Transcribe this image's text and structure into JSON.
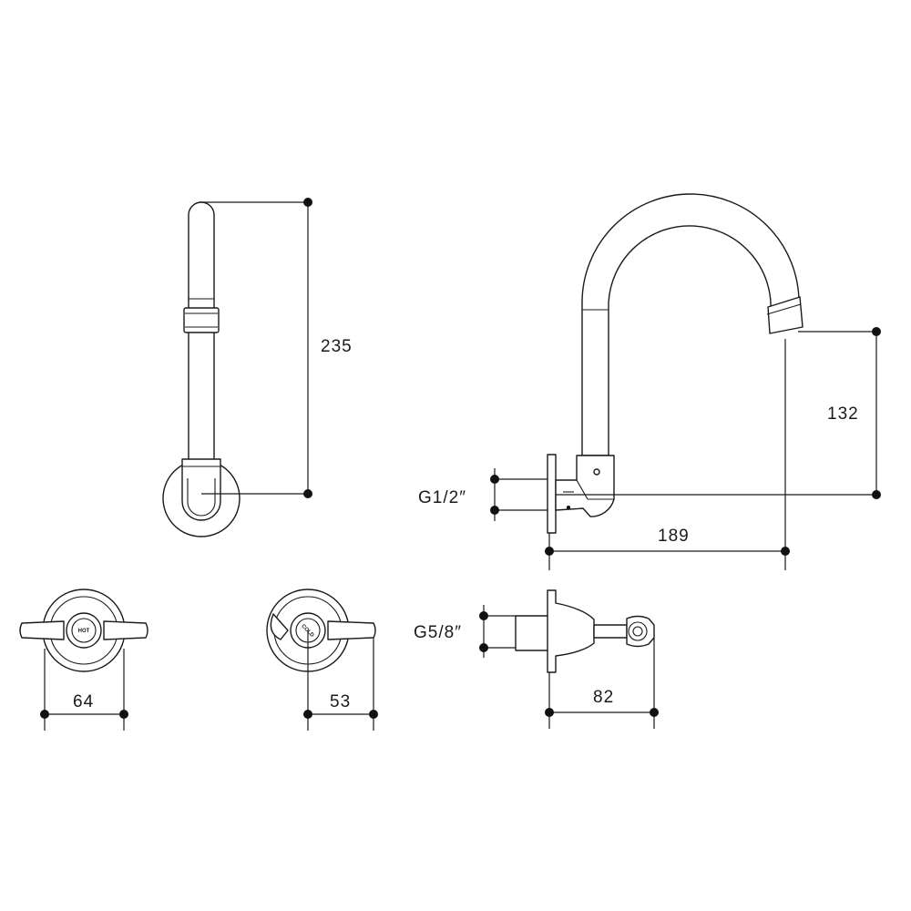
{
  "dimensions": {
    "spout_height": "235",
    "spout_outlet_height": "132",
    "spout_reach": "189",
    "inlet_thread": "G1/2″",
    "hot_handle_width": "64",
    "cold_handle_width": "53",
    "valve_thread": "G5/8″",
    "valve_depth": "82"
  },
  "handle_caps": {
    "hot": "HOT",
    "cold": "COLD"
  }
}
